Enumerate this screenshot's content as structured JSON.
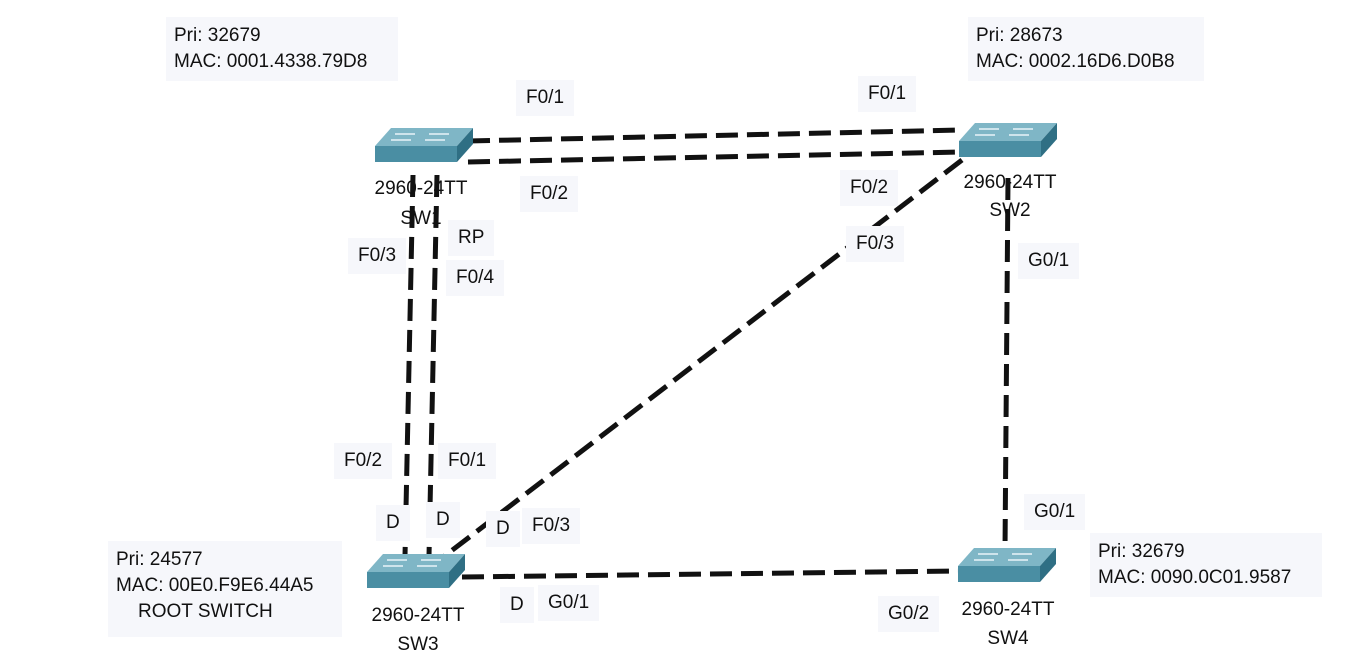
{
  "switches": [
    {
      "id": "sw1",
      "name": "SW1",
      "model": "2960-24TT",
      "priority_text": "Pri: 32679",
      "mac_text": "MAC: 0001.4338.79D8"
    },
    {
      "id": "sw2",
      "name": "SW2",
      "model": "2960-24TT",
      "priority_text": "Pri: 28673",
      "mac_text": "MAC: 0002.16D6.D0B8"
    },
    {
      "id": "sw3",
      "name": "SW3",
      "model": "2960-24TT",
      "priority_text": "Pri: 24577",
      "mac_text": "MAC: 00E0.F9E6.44A5",
      "role_text": "ROOT SWITCH"
    },
    {
      "id": "sw4",
      "name": "SW4",
      "model": "2960-24TT",
      "priority_text": "Pri: 32679",
      "mac_text": "MAC: 0090.0C01.9587"
    }
  ],
  "port_labels": {
    "sw1_f01": "F0/1",
    "sw1_f02": "F0/2",
    "sw1_f03": "F0/3",
    "sw1_f04": "F0/4",
    "sw1_rp": "RP",
    "sw2_f01": "F0/1",
    "sw2_f02": "F0/2",
    "sw2_f03": "F0/3",
    "sw2_g01": "G0/1",
    "sw3_f02": "F0/2",
    "sw3_f01": "F0/1",
    "sw3_f03": "F0/3",
    "sw3_g01": "G0/1",
    "sw3_d1": "D",
    "sw3_d2": "D",
    "sw3_d3": "D",
    "sw3_d4": "D",
    "sw4_g01": "G0/1",
    "sw4_g02": "G0/2"
  },
  "colors": {
    "switch_top": "#7fb6c6",
    "switch_front": "#4a8ea3",
    "switch_side": "#2f6f84",
    "link": "#111111",
    "label_bg": "#f6f7fb"
  },
  "icons": {
    "switch": "network-switch-icon"
  }
}
